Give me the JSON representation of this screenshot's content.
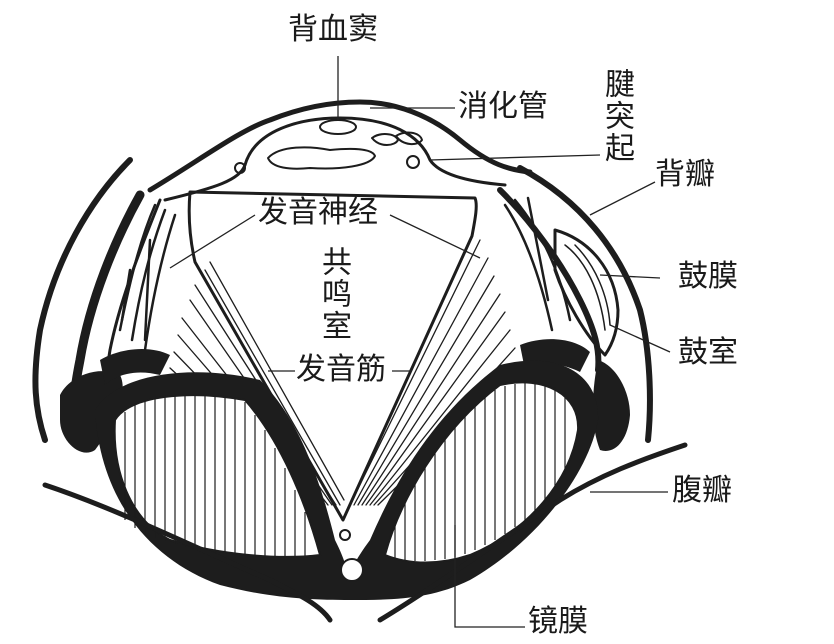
{
  "labels": {
    "dorsal_sinus": "背血窦",
    "digestive_tube": "消化管",
    "apodeme": "腱突起",
    "dorsal_flap": "背瓣",
    "sound_nerve": "发音神经",
    "resonance_chamber": "共鸣室",
    "tympanum": "鼓膜",
    "tympanic_chamber": "鼓室",
    "sound_muscle": "发音筋",
    "ventral_flap": "腹瓣",
    "mirror_membrane": "镜膜"
  },
  "colors": {
    "ink": "#1d1d1d",
    "paper": "#ffffff"
  }
}
